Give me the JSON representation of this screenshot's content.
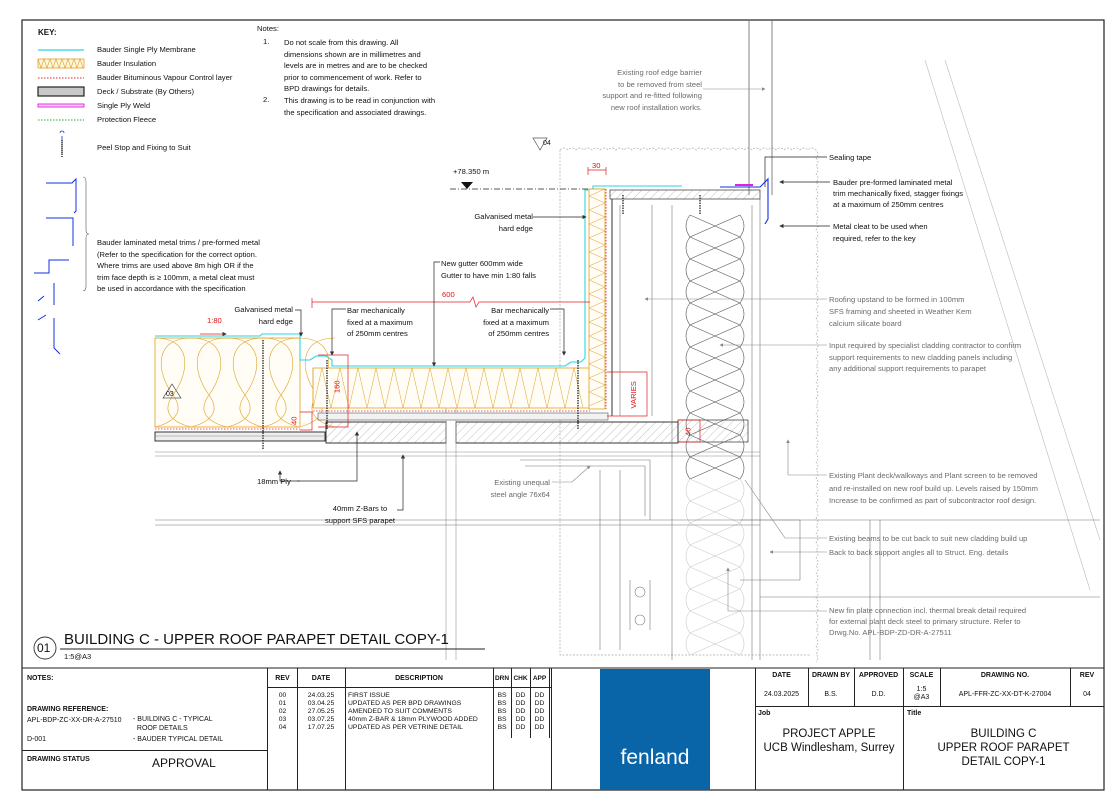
{
  "key": {
    "title": "KEY:",
    "items": [
      {
        "label": "Bauder Single Ply  Membrane"
      },
      {
        "label": "Bauder Insulation"
      },
      {
        "label": "Bauder Bituminous Vapour Control layer"
      },
      {
        "label": "Deck / Substrate (By Others)"
      },
      {
        "label": "Single Ply Weld"
      },
      {
        "label": "Protection Fleece"
      }
    ],
    "peel_stop": "Peel Stop and Fixing to Suit",
    "trims": "Bauder laminated metal trims / pre-formed metal\n(Refer to the specification for the correct option.\nWhere trims are used above 8m high OR if the\ntrim face depth is ≥ 100mm, a metal cleat must\nbe used in accordance with the specification",
    "colors": {
      "membrane": "#2ad4e0",
      "insulation": "#e0a020",
      "vcl": "#e02020",
      "deck": "#c8c8c8",
      "weld": "#e020e0",
      "fleece": "#20b020",
      "trim": "#1030e0"
    }
  },
  "notes": {
    "title": "Notes:",
    "items": [
      {
        "num": "1.",
        "text": "Do not scale from this drawing. All\ndimensions shown are in millimetres and\nlevels are in metres and are to be checked\nprior to commencement of work. Refer to\nBPD drawings for details."
      },
      {
        "num": "2.",
        "text": "This drawing is to be read in conjunction with\nthe specification and associated drawings."
      }
    ]
  },
  "annotations": {
    "barrier": "Existing roof edge barrier\nto be removed from steel\nsupport and re-fitted following\nnew roof installation works.",
    "sealing_tape": "Sealing tape",
    "preformed_trim": "Bauder pre-formed laminated metal\ntrim mechanically fixed, stagger fixings\nat a maximum of 250mm centres",
    "metal_cleat": "Metal cleat to be used when\nrequired, refer to the key",
    "roofing_upstand": "Roofing upstand to be formed in 100mm\nSFS framing and sheeted in Weather Kem\ncalcium silicate board",
    "cladding_input": "Input required by specialist cladding contractor to confirm\nsupport requirements to new cladding panels including\nany additional support requirements to parapet",
    "plant_deck": "Existing Plant deck/walkways and Plant screen to be removed\nand re-installed on new roof build up. Levels raised by 150mm\nIncrease to be confirmed as part of subcontractor roof design.",
    "beams_cut": "Existing beams to be cut back to suit new cladding build up",
    "support_angles": "Back to back support angles all to Struct. Eng. details",
    "fin_plate": "New fin plate connection incl. thermal break detail required\nfor external plant deck steel to primary structure. Refer to\nDrwg.No. APL-BDP-ZD-DR-A-27511",
    "hard_edge_upper": "Galvanised metal\nhard edge",
    "hard_edge_lower": "Galvanised metal\nhard edge",
    "new_gutter": "New gutter 600mm wide\nGutter to have min 1:80 falls",
    "bar_fixed_left": "Bar mechanically\nfixed at a maximum\nof 250mm centres",
    "bar_fixed_right": "Bar mechanically\nfixed at a maximum\nof 250mm centres",
    "ply": "18mm Ply",
    "z_bars": "40mm Z-Bars to\nsupport SFS parapet",
    "steel_angle": "Existing unequal\nsteel angle 76x64"
  },
  "dimensions": {
    "level": "+78.350 m",
    "d30": "30",
    "d600": "600",
    "d160": "160",
    "d40_left": "40",
    "d40_right": "40",
    "varies": "VARIES",
    "fall": "1:80"
  },
  "tags": {
    "t03": "03",
    "t04": "04"
  },
  "detail_title": {
    "number": "01",
    "title": "BUILDING C - UPPER ROOF PARAPET DETAIL COPY-1",
    "scale": "1:5@A3"
  },
  "title_block": {
    "notes_label": "NOTES:",
    "drawing_reference_label": "DRAWING REFERENCE:",
    "references": [
      {
        "code": "APL-BDP-ZC-XX-DR-A-27510",
        "desc": "- BUILDING C - TYPICAL\n  ROOF DETAILS"
      },
      {
        "code": "D-001",
        "desc": "- BAUDER TYPICAL DETAIL"
      }
    ],
    "drawing_status_label": "DRAWING STATUS",
    "drawing_status": "APPROVAL",
    "rev_headers": {
      "rev": "REV",
      "date": "DATE",
      "description": "DESCRIPTION",
      "drn": "DRN",
      "chk": "CHK",
      "app": "APP"
    },
    "revisions": [
      {
        "rev": "00",
        "date": "24.03.25",
        "description": "FIRST ISSUE",
        "drn": "BS",
        "chk": "DD",
        "app": "DD"
      },
      {
        "rev": "01",
        "date": "03.04.25",
        "description": "UPDATED AS PER BPD DRAWINGS",
        "drn": "BS",
        "chk": "DD",
        "app": "DD"
      },
      {
        "rev": "02",
        "date": "27.05.25",
        "description": "AMENDED TO SUIT COMMENTS",
        "drn": "BS",
        "chk": "DD",
        "app": "DD"
      },
      {
        "rev": "03",
        "date": "03.07.25",
        "description": "40mm Z-BAR & 18mm PLYWOOD ADDED",
        "drn": "BS",
        "chk": "DD",
        "app": "DD"
      },
      {
        "rev": "04",
        "date": "17.07.25",
        "description": "UPDATED AS PER VETRINE DETAIL",
        "drn": "BS",
        "chk": "DD",
        "app": "DD"
      }
    ],
    "logo_text": "fenland",
    "logo_color": "#0a64a8",
    "headers": {
      "date": "DATE",
      "drawn_by": "DRAWN BY",
      "approved": "APPROVED",
      "scale": "SCALE",
      "drawing_no": "DRAWING NO.",
      "rev": "REV"
    },
    "values": {
      "date": "24.03.2025",
      "drawn_by": "B.S.",
      "approved": "D.D.",
      "scale": "1:5\n@A3",
      "drawing_no": "APL-FFR-ZC-XX-DT-K-27004",
      "rev": "04"
    },
    "job_label": "Job",
    "job": "PROJECT APPLE\nUCB Windlesham, Surrey",
    "title_label": "Title",
    "title": "BUILDING C\nUPPER ROOF PARAPET\nDETAIL COPY-1"
  }
}
